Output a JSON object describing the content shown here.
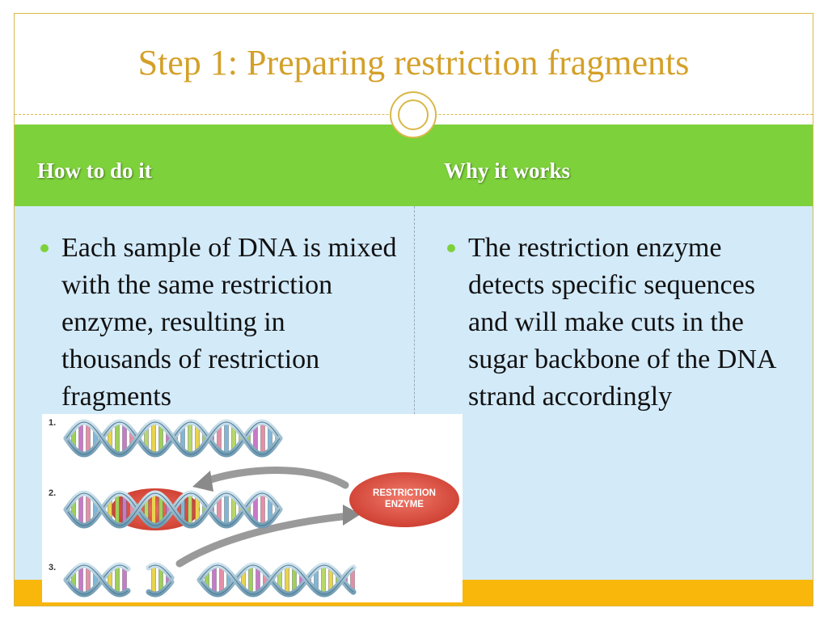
{
  "slide": {
    "title": "Step 1: Preparing restriction fragments",
    "columns": {
      "left_header": "How to do it",
      "right_header": "Why it works",
      "left_bullet": "Each sample of DNA is mixed with the same restriction enzyme, resulting in thousands of restriction fragments",
      "right_bullet": "The restriction enzyme detects specific sequences and will make cuts in the sugar backbone of the DNA strand accordingly"
    },
    "diagram": {
      "step_labels": [
        "1.",
        "2.",
        "3."
      ],
      "enzyme_label_line1": "RESTRICTION",
      "enzyme_label_line2": "ENZYME"
    }
  },
  "colors": {
    "title": "#d4a028",
    "header_band": "#7dd13b",
    "body_band": "#d3eaf9",
    "footer_band": "#f9b60b",
    "enzyme": "#e04a3c"
  }
}
